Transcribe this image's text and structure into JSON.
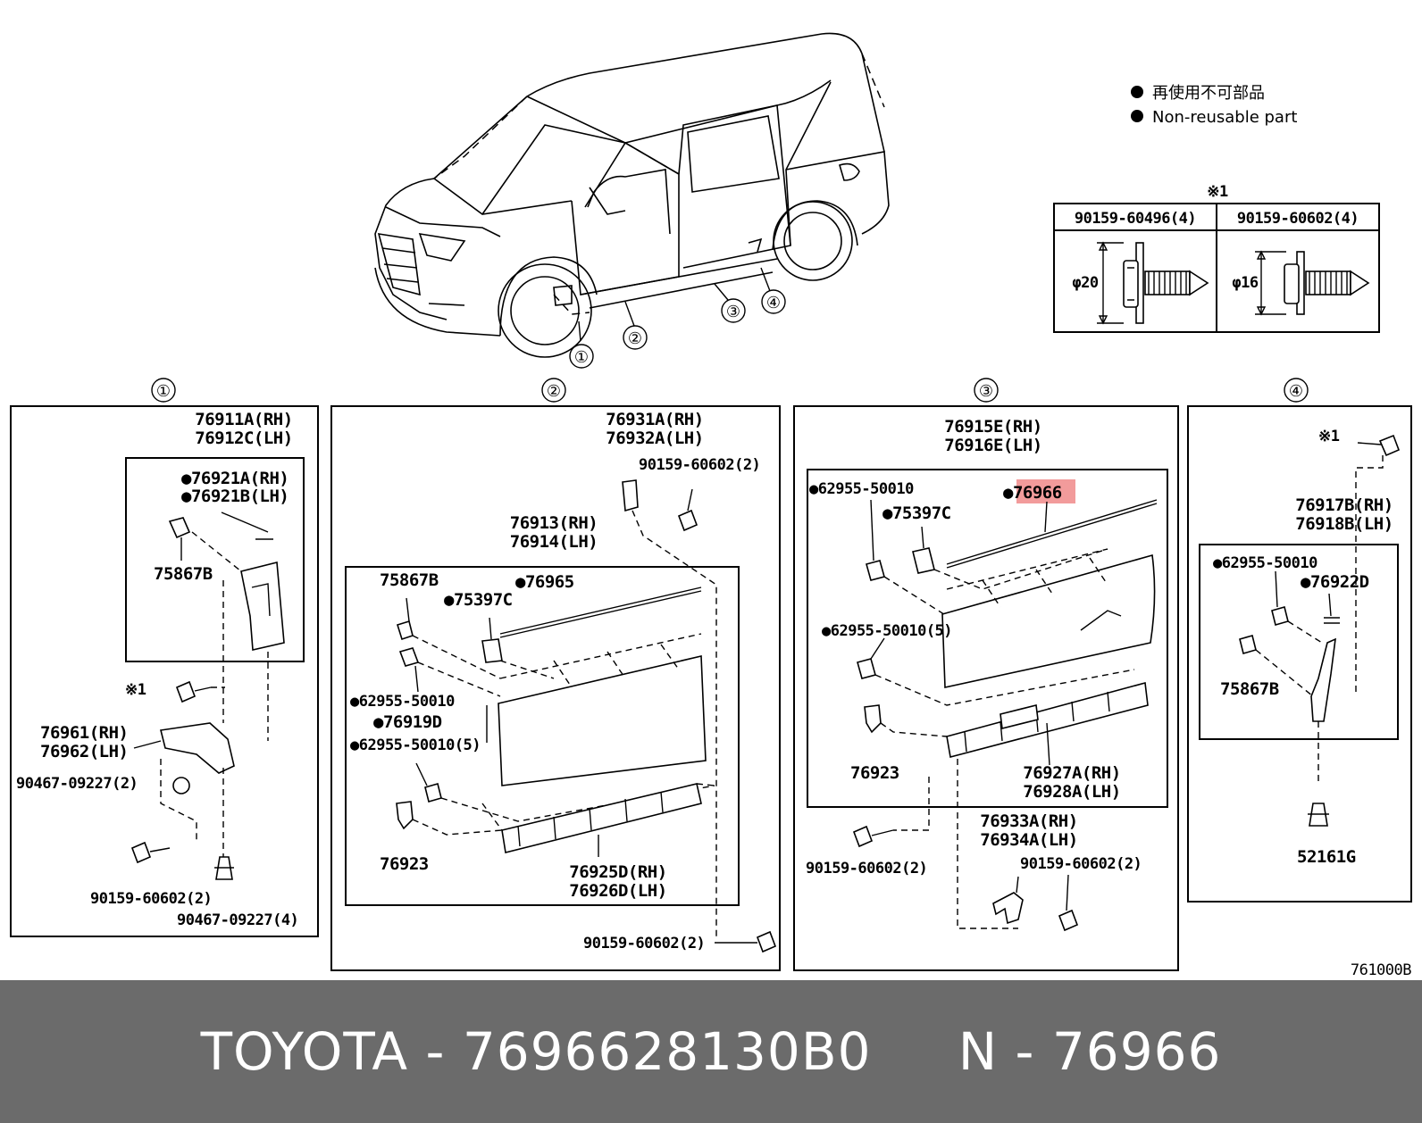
{
  "legend": {
    "line_jp": "再使用不可部品",
    "line_en": "Non-reusable part"
  },
  "mark_ref": "※1",
  "bolt_table": {
    "col1_part": "90159-60496(4)",
    "col2_part": "90159-60602(4)",
    "col1_dim": "φ20",
    "col2_dim": "φ16"
  },
  "car_callouts": [
    "①",
    "②",
    "③",
    "④"
  ],
  "section_markers": [
    "①",
    "②",
    "③",
    "④"
  ],
  "s1": {
    "title_rh": "76911A(RH)",
    "title_lh": "76912C(LH)",
    "seal_rh": "●76921A(RH)",
    "seal_lh": "●76921B(LH)",
    "clip": "75867B",
    "ref": "※1",
    "bracket_rh": "76961(RH)",
    "bracket_lh": "76962(LH)",
    "nut": "90467-09227(2)",
    "bolt": "90159-60602(2)",
    "clip2": "90467-09227(4)"
  },
  "s2": {
    "top_rh": "76931A(RH)",
    "top_lh": "76932A(LH)",
    "top_bolt": "90159-60602(2)",
    "mid_rh": "76913(RH)",
    "mid_lh": "76914(LH)",
    "clip1": "75867B",
    "clip2": "●75397C",
    "seal": "●76965",
    "clip3": "●62955-50010",
    "tape": "●76919D",
    "clip4": "●62955-50010(5)",
    "clip5": "76923",
    "ret_rh": "76925D(RH)",
    "ret_lh": "76926D(LH)",
    "bottom_bolt": "90159-60602(2)"
  },
  "s3": {
    "title_rh": "76915E(RH)",
    "title_lh": "76916E(LH)",
    "clip1": "●62955-50010",
    "target": "●76966",
    "clip2": "●75397C",
    "clip3": "●62955-50010(5)",
    "clip4": "76923",
    "ret_rh": "76927A(RH)",
    "ret_lh": "76928A(LH)",
    "bolt": "90159-60602(2)",
    "bracket_rh": "76933A(RH)",
    "bracket_lh": "76934A(LH)",
    "bolt2": "90159-60602(2)"
  },
  "s4": {
    "ref": "※1",
    "title_rh": "76917B(RH)",
    "title_lh": "76918B(LH)",
    "clip1": "●62955-50010",
    "seal": "●76922D",
    "clip2": "75867B",
    "clip3": "52161G"
  },
  "diagram_code": "761000B",
  "footer": {
    "text": "TOYOTA - 7696628130B0     N - 76966"
  },
  "colors": {
    "footer_bg": "#6b6b6b",
    "footer_text": "#ffffff",
    "highlight": "#f29b9b"
  }
}
